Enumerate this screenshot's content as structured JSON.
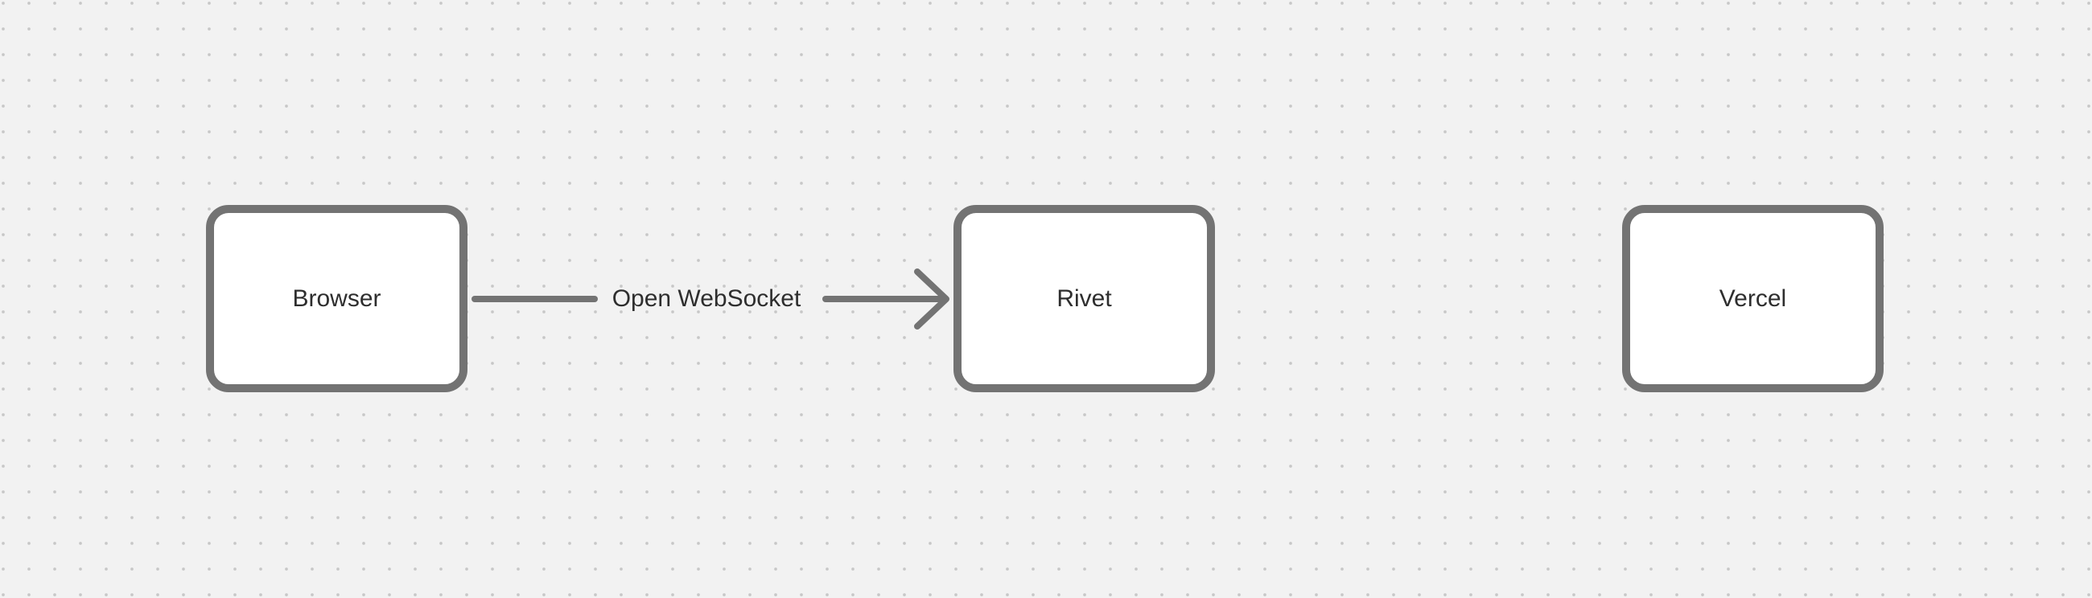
{
  "canvas": {
    "background_color": "#f2f2f2",
    "dot_color": "#c7c7c7"
  },
  "style": {
    "node_fill": "#ffffff",
    "node_border_color": "#737373",
    "arrow_color": "#737373",
    "text_color": "#2e2e2e"
  },
  "nodes": [
    {
      "id": "browser",
      "label": "Browser"
    },
    {
      "id": "rivet",
      "label": "Rivet"
    },
    {
      "id": "vercel",
      "label": "Vercel"
    }
  ],
  "edges": [
    {
      "id": "browser-rivet",
      "from": "browser",
      "to": "rivet",
      "label": "Open WebSocket"
    }
  ]
}
